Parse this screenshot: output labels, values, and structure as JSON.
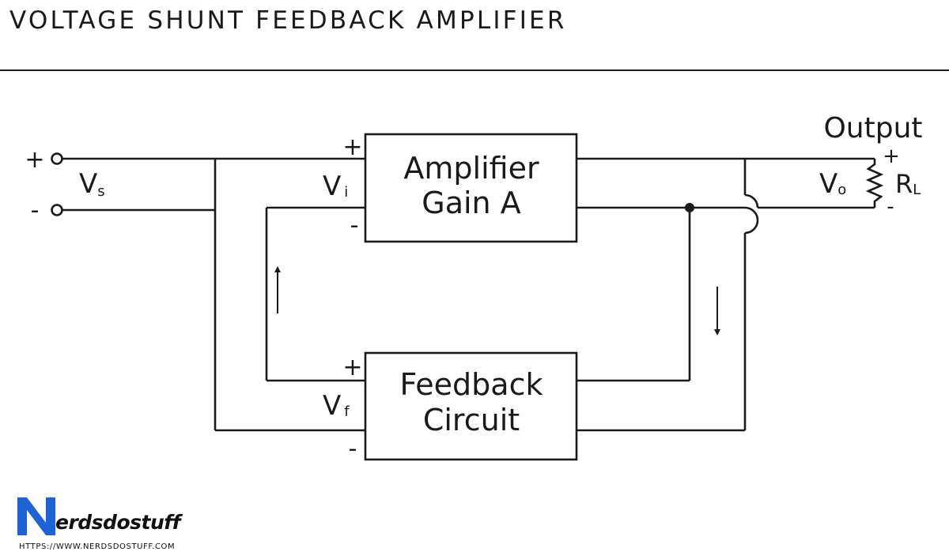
{
  "title": "VOLTAGE SHUNT FEEDBACK AMPLIFIER",
  "amplifier": {
    "line1": "Amplifier",
    "line2": "Gain A",
    "plus": "+",
    "minus": "-"
  },
  "feedback": {
    "line1": "Feedback",
    "line2": "Circuit",
    "plus": "+",
    "minus": "-"
  },
  "source": {
    "plus": "+",
    "minus": "-",
    "label": "V",
    "subscript": "s"
  },
  "input_voltage": {
    "label": "V",
    "subscript": "i"
  },
  "feedback_voltage": {
    "label": "V",
    "subscript": "f"
  },
  "output": {
    "title": "Output",
    "plus": "+",
    "minus": "-",
    "voltage_label": "V",
    "voltage_subscript": "o",
    "load_label": "R",
    "load_subscript": "L"
  },
  "brand": {
    "logo_letter": "N",
    "name": "erdsdostuff",
    "url": "HTTPS://WWW.NERDSDOSTUFF.COM",
    "logo_color": "#1e63d6"
  },
  "colors": {
    "line": "#1a1a1a",
    "background": "#ffffff"
  }
}
